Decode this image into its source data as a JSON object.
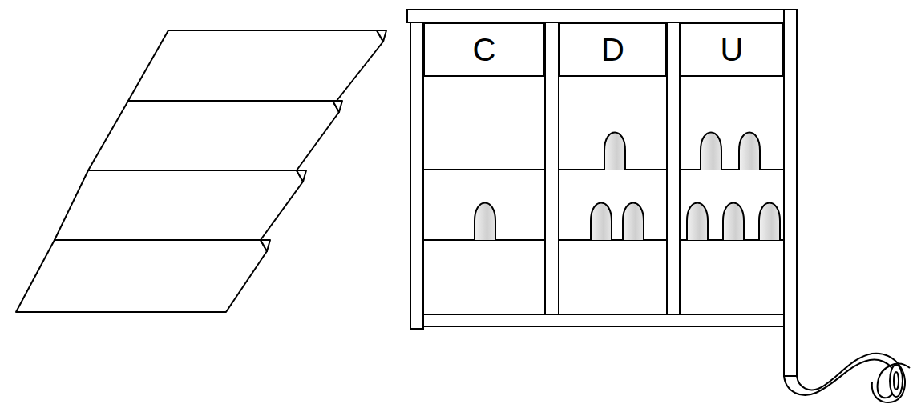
{
  "diagram": {
    "nodes": [
      {
        "text": [
          "C"
        ]
      },
      {
        "text": [
          "D"
        ]
      },
      {
        "text": [
          "U"
        ]
      }
    ]
  }
}
